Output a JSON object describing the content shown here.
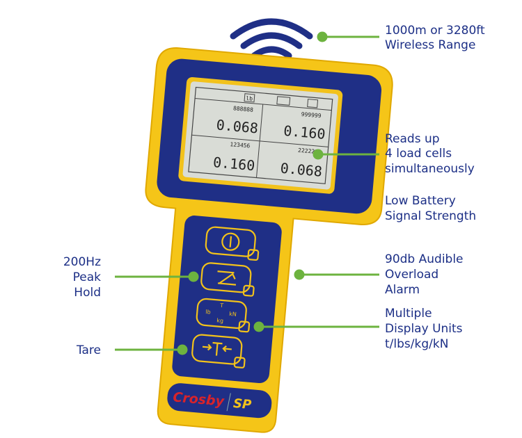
{
  "colors": {
    "device_body": "#f5c518",
    "device_panel": "#1f2f86",
    "lcd": "#d9dcd6",
    "callout": "#6db33f",
    "label_text": "#1c2f86",
    "logo_red": "#d8232a"
  },
  "icons": [
    "wireless-signal-icon",
    "power-button-icon",
    "peak-hold-button-icon",
    "units-button-icon",
    "tare-button-icon"
  ],
  "callouts": {
    "wireless": [
      "1000m or 3280ft",
      "Wireless Range"
    ],
    "load_cells": [
      "Reads up",
      "4 load cells",
      "simultaneously"
    ],
    "battery": [
      "Low Battery",
      "Signal Strength"
    ],
    "alarm": [
      "90db Audible",
      "Overload",
      "Alarm"
    ],
    "units": [
      "Multiple",
      "Display Units",
      "t/lbs/kg/kN"
    ],
    "peak": [
      "200Hz",
      "Peak",
      "Hold"
    ],
    "tare": "Tare"
  },
  "screen": {
    "unit_tab": "lb",
    "cells": [
      {
        "id": "888888",
        "value": "0.068"
      },
      {
        "id": "999999",
        "value": "0.160"
      },
      {
        "id": "123456",
        "value": "0.160"
      },
      {
        "id": "222222",
        "value": "0.068"
      }
    ]
  },
  "units_button": {
    "t": "T",
    "lb": "lb",
    "kn": "kN",
    "kg": "kg"
  },
  "logo": {
    "brand": "Crosby",
    "sub": "SP"
  }
}
